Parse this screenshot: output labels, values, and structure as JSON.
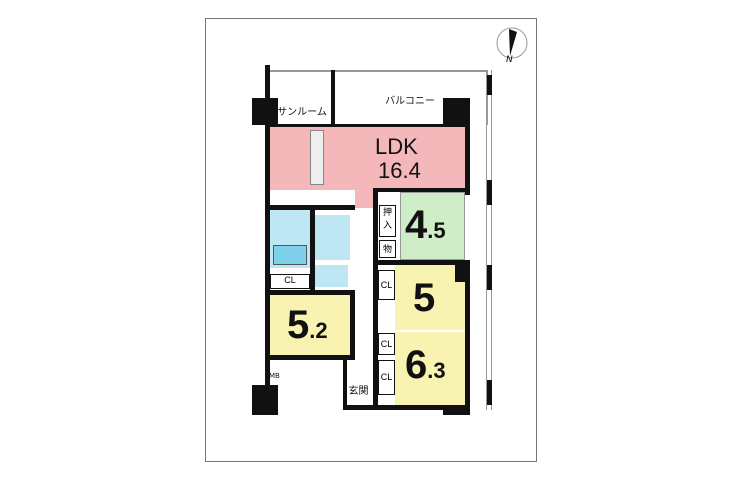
{
  "compass": {
    "label": "N",
    "icon": "compass-north-icon"
  },
  "rooms": {
    "sunroom": "サンルーム",
    "balcony": "バルコニー",
    "ldk": {
      "name": "LDK",
      "size": "16.4"
    },
    "japanese": {
      "size_main": "4",
      "size_dec": ".5"
    },
    "oshiire": "押入",
    "storage": "物",
    "room5": {
      "size": "5"
    },
    "room63": {
      "size_main": "6",
      "size_dec": ".3"
    },
    "room52": {
      "size_main": "5",
      "size_dec": ".2"
    },
    "cl": "CL",
    "entrance": "玄関",
    "mb": "MB"
  },
  "colors": {
    "ldk": "#f4b8bb",
    "japanese": "#cfeec7",
    "bedroom": "#f8f3b0",
    "wet": "#bfe6f3"
  }
}
